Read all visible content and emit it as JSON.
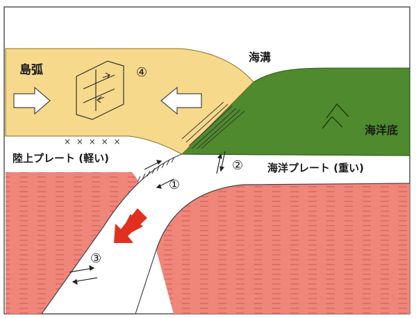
{
  "labels": {
    "island_arc": "島弧",
    "trench": "海溝",
    "ocean_floor": "海洋底",
    "continental_plate": "陸上プレート (軽い)",
    "oceanic_plate": "海洋プレート (重い)"
  },
  "markers": {
    "m1": "①",
    "m2": "②",
    "m3": "③",
    "m4": "④",
    "volcanic_crosses": "× × × × ×"
  },
  "colors": {
    "island_arc_fill": "#f6d98a",
    "ocean_floor_fill": "#4f8a2e",
    "mantle_fill": "#f0857a",
    "plate_fill": "#ffffff",
    "subduction_arrow": "#e2301f",
    "outline": "#333333"
  },
  "icons": {
    "compression_arrow_left": "hollow-arrow-right",
    "compression_arrow_right": "hollow-arrow-left",
    "fault_blocks": "fault-block-icon",
    "fold_icon": "caret-up-icon"
  }
}
